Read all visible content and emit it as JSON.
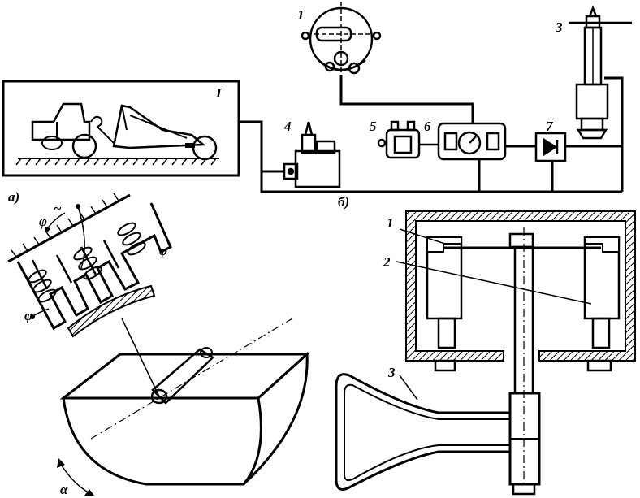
{
  "labels": {
    "block_I": "I",
    "n1_top": "1",
    "n3_top": "3",
    "n4": "4",
    "n5": "5",
    "n6": "6",
    "n7": "7",
    "a": "a)",
    "b": "б)",
    "n1_bottom": "1",
    "n2_bottom": "2",
    "n3_bottom": "3",
    "phi_top": "φ",
    "phi_right": "φ",
    "phi_left": "φ",
    "tilde": "~",
    "alpha": "α"
  }
}
